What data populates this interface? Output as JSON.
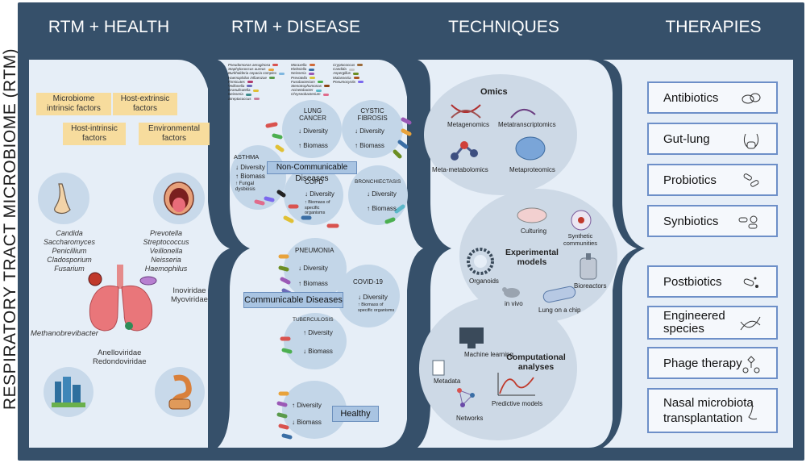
{
  "side_title": "RESPIRATORY TRACT MICROBIOME (RTM)",
  "headers": {
    "health": "RTM + HEALTH",
    "disease": "RTM + DISEASE",
    "techniques": "TECHNIQUES",
    "therapies": "THERAPIES"
  },
  "health": {
    "factors": [
      "Microbiome intrinsic factors",
      "Host-extrinsic factors",
      "Host-intrinsic factors",
      "Environmental factors"
    ],
    "nose_taxa": [
      "Candida",
      "Saccharomyces",
      "Penicillium",
      "Cladosporium",
      "Fusarium"
    ],
    "mouth_taxa": [
      "Prevotella",
      "Streptococcus",
      "Veillonella",
      "Neisseria",
      "Haemophilus"
    ],
    "viruses_right": [
      "Inoviridae",
      "Myoviridae"
    ],
    "archaea": "Methanobrevibacter",
    "viruses_bottom": [
      "Anelloviridae",
      "Redondoviridae"
    ]
  },
  "disease": {
    "legend_col1": [
      "Pseudomonas aeruginosa",
      "Staphylococcus aureus",
      "Burkholderia cepacia complex",
      "Haemophilus influenzae",
      "Firmicutes",
      "Veillonella",
      "Granulicatella",
      "Neisseria",
      "Streptococcus"
    ],
    "legend_col2": [
      "Moraxella",
      "Klebsiella",
      "Neisseria",
      "Prevotella",
      "Fusobacterium",
      "Stenotrophomonas",
      "Acinetobacter",
      "Chryseobacterium"
    ],
    "legend_col3": [
      "Cryptococcus",
      "Candida",
      "Aspergillus",
      "Malassezia",
      "Pneumocystis"
    ],
    "legend_colors1": [
      "#d9534f",
      "#e8a33c",
      "#7fb7e0",
      "#5a9a4b",
      "#b03b6f",
      "#6a6ab8",
      "#e0c035",
      "#3e8c8c",
      "#c77e9a"
    ],
    "legend_colors2": [
      "#d06a3a",
      "#3a6ea5",
      "#9b59b6",
      "#d7c53a",
      "#4caf50",
      "#8b4513",
      "#5cb8c9",
      "#e06b8b"
    ],
    "legend_colors3": [
      "#9c6b3a",
      "#c5c5c5",
      "#6b8e23",
      "#aa5522",
      "#7b68ee"
    ],
    "lung_cancer": {
      "title": "LUNG CANCER",
      "diversity": "Diversity",
      "biomass": "Biomass"
    },
    "cystic_fibrosis": {
      "title": "CYSTIC FIBROSIS",
      "diversity": "Diversity",
      "biomass": "Biomass"
    },
    "asthma": {
      "title": "ASTHMA",
      "diversity": "Diversity",
      "biomass": "Biomass",
      "extra": "Fungal dysbiosis"
    },
    "ncd_label": "Non-Communicable Diseases",
    "copd": {
      "title": "COPD",
      "diversity": "Diversity",
      "extra": "Biomass of specific organisms"
    },
    "bronchiectasis": {
      "title": "BRONCHIECTASIS",
      "diversity": "Diversity",
      "biomass": "Biomass"
    },
    "pneumonia": {
      "title": "PNEUMONIA",
      "diversity": "Diversity",
      "biomass": "Biomass"
    },
    "covid": {
      "title": "COVID-19",
      "diversity": "Diversity",
      "extra": "Biomass of specific organisms"
    },
    "cd_label": "Communicable Diseases",
    "tuberculosis": {
      "title": "TUBERCULOSIS",
      "diversity": "Diversity",
      "biomass": "Biomass"
    },
    "healthy": {
      "label": "Healthy",
      "diversity": "Diversity",
      "biomass": "Biomass"
    }
  },
  "techniques": {
    "omics": {
      "title": "Omics",
      "items": [
        "Metagenomics",
        "Metatranscriptomics",
        "Meta-metabolomics",
        "Metaproteomics"
      ]
    },
    "experimental": {
      "title": "Experimental models",
      "items": [
        "Culturing",
        "Synthetic communities",
        "Organoids",
        "Bioreactors",
        "in vivo",
        "Lung on a chip"
      ]
    },
    "computational": {
      "title": "Computational analyses",
      "items": [
        "Machine learning",
        "Metadata",
        "Predictive models",
        "Networks"
      ]
    }
  },
  "therapies": [
    {
      "label": "Antibiotics",
      "icon": "pills-icon"
    },
    {
      "label": "Gut-lung",
      "icon": "gut-lung-icon"
    },
    {
      "label": "Probiotics",
      "icon": "bacteria-icon"
    },
    {
      "label": "Synbiotics",
      "icon": "bacteria-fiber-icon"
    },
    {
      "label": "Postbiotics",
      "icon": "postbiotics-icon"
    },
    {
      "label": "Engineered species",
      "label_lines": [
        "Engineered",
        "species"
      ],
      "icon": "dna-icon"
    },
    {
      "label": "Phage therapy",
      "icon": "phage-icon"
    },
    {
      "label": "Nasal microbiota transplantation",
      "label_lines": [
        "Nasal microbiota",
        "transplantation"
      ],
      "icon": "nose-icon"
    }
  ]
}
